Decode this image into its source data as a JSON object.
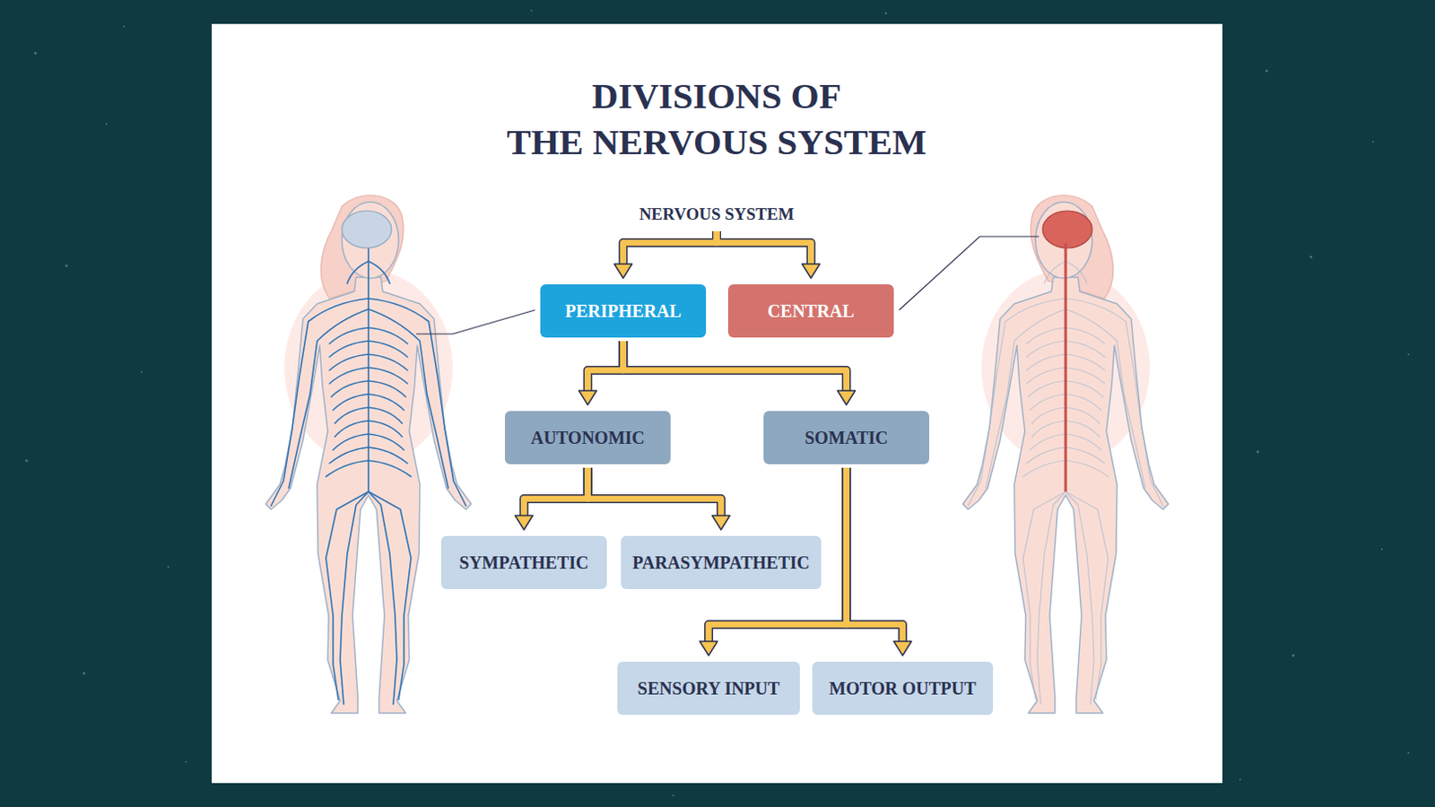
{
  "diagram": {
    "title": "DIVISIONS OF THE NERVOUS SYSTEM",
    "nodes": [
      {
        "text": [
          "NERVOUS SYSTEM"
        ]
      },
      {
        "text": [
          "PERIPHERAL"
        ]
      },
      {
        "text": [
          "CENTRAL"
        ]
      },
      {
        "text": [
          "AUTONOMIC"
        ]
      },
      {
        "text": [
          "SOMATIC"
        ]
      },
      {
        "text": [
          "SYMPATHETIC"
        ]
      },
      {
        "text": [
          "PARASYMPATHETIC"
        ]
      },
      {
        "text": [
          "SENSORY INPUT"
        ]
      },
      {
        "text": [
          "MOTOR OUTPUT"
        ]
      }
    ],
    "edges": [
      {
        "from": 0,
        "to": 1,
        "arrow": "to"
      },
      {
        "from": 0,
        "to": 2,
        "arrow": "to"
      },
      {
        "from": 1,
        "to": 3,
        "arrow": "to"
      },
      {
        "from": 1,
        "to": 4,
        "arrow": "to"
      },
      {
        "from": 3,
        "to": 5,
        "arrow": "to"
      },
      {
        "from": 3,
        "to": 6,
        "arrow": "to"
      },
      {
        "from": 4,
        "to": 7,
        "arrow": "to"
      },
      {
        "from": 4,
        "to": 8,
        "arrow": "to"
      }
    ]
  }
}
